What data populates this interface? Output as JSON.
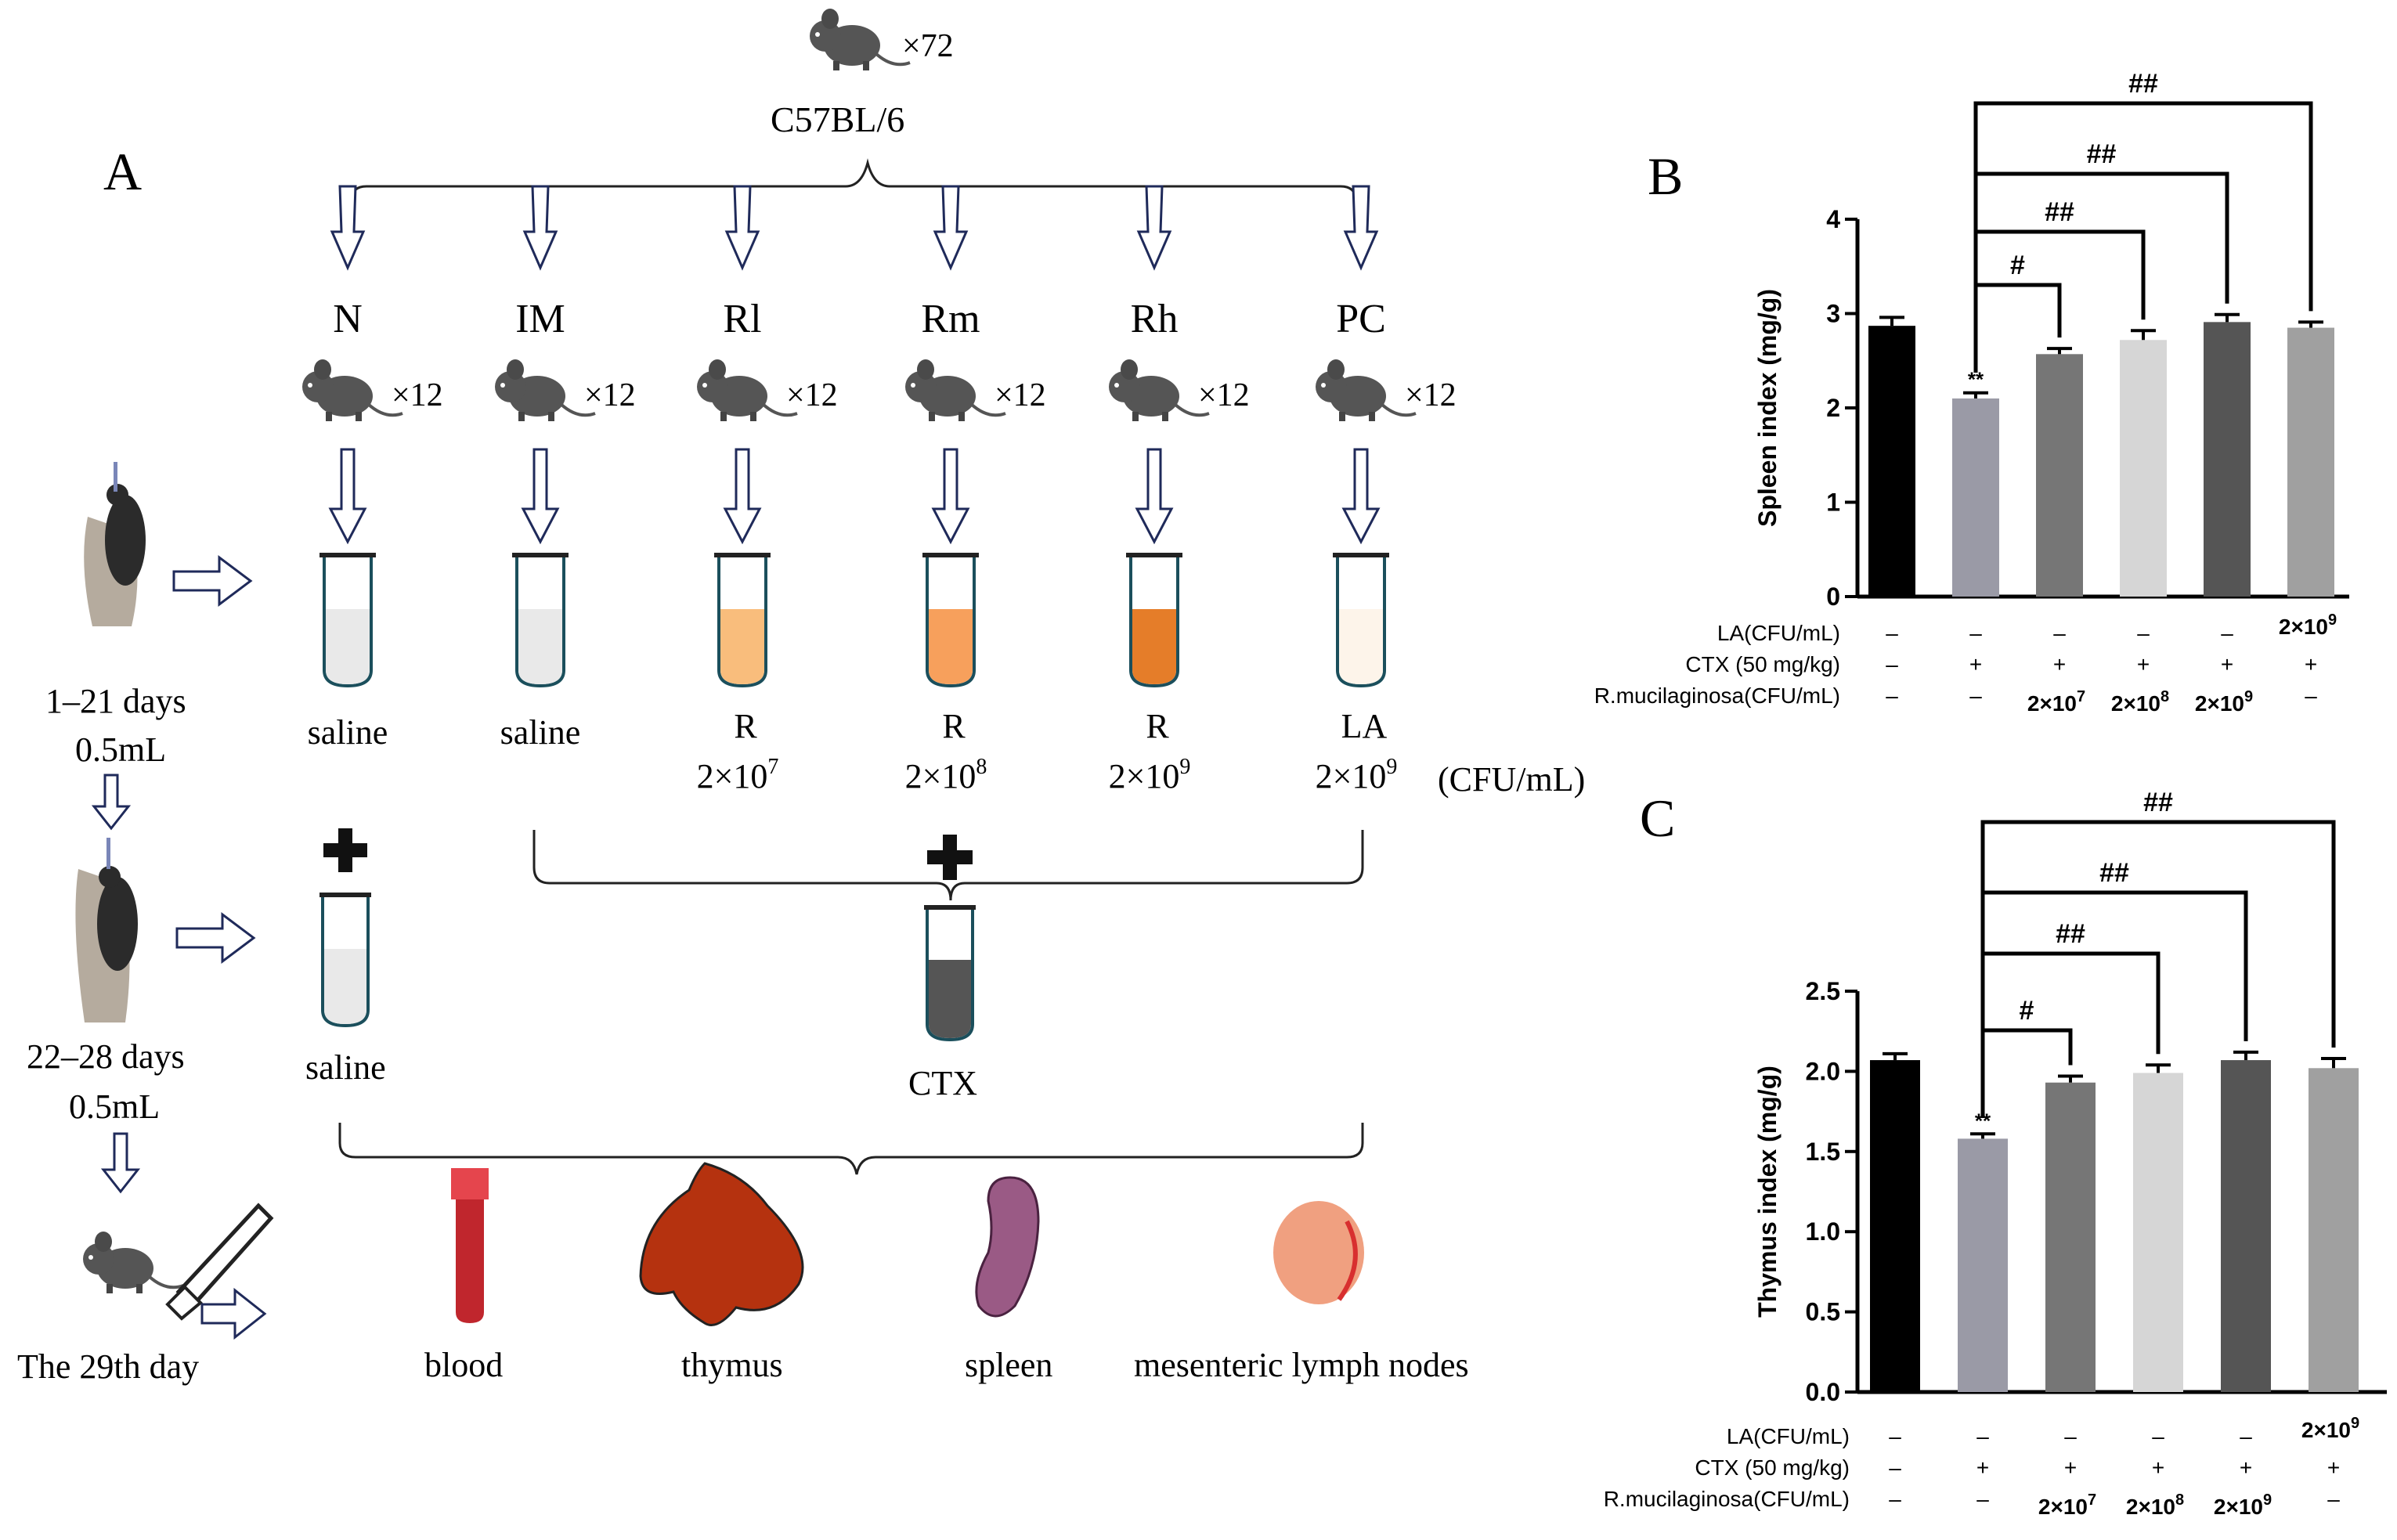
{
  "panel_labels": {
    "a": "A",
    "b": "B",
    "c": "C"
  },
  "scheme": {
    "mice_total": "×72",
    "strain": "C57BL/6",
    "groups": [
      {
        "name": "N",
        "count": "×12",
        "treat_main": "saline",
        "treat_exp": "",
        "tube_color": "#e9e9e9"
      },
      {
        "name": "IM",
        "count": "×12",
        "treat_main": "saline",
        "treat_exp": "",
        "tube_color": "#e9e9e9"
      },
      {
        "name": "Rl",
        "count": "×12",
        "treat_main": "R",
        "treat_exp": "7",
        "tube_color": "#f9bd7c"
      },
      {
        "name": "Rm",
        "count": "×12",
        "treat_main": "R",
        "treat_exp": "8",
        "tube_color": "#f7a05c"
      },
      {
        "name": "Rh",
        "count": "×12",
        "treat_main": "R",
        "treat_exp": "9",
        "tube_color": "#e57d29"
      },
      {
        "name": "PC",
        "count": "×12",
        "treat_main": "LA",
        "treat_exp": "9",
        "tube_color": "#fdf4ea"
      }
    ],
    "dose_base": "2×10",
    "cfu_unit": "(CFU/mL)",
    "phase1_days": "1–21 days",
    "phase1_vol": "0.5mL",
    "phase2_days": "22–28 days",
    "phase2_vol": "0.5mL",
    "phase3_day": "The 29th day",
    "saline_label": "saline",
    "ctx_label": "CTX",
    "samples": [
      "blood",
      "thymus",
      "spleen",
      "mesenteric lymph nodes"
    ],
    "colors": {
      "arrow": "#1f2a5a",
      "mouse": "#555555",
      "blood": "#c0262d",
      "thymus": "#b5320f",
      "spleen": "#9a5a85",
      "lymph": "#f0a080"
    }
  },
  "chart_data": [
    {
      "type": "bar",
      "panel": "B",
      "ylabel": "Spleen index (mg/g)",
      "ylim": [
        0,
        4
      ],
      "yticks": [
        "0",
        "1",
        "2",
        "3",
        "4"
      ],
      "values": [
        2.87,
        2.1,
        2.57,
        2.72,
        2.91,
        2.85
      ],
      "errors": [
        0.09,
        0.06,
        0.06,
        0.1,
        0.08,
        0.06
      ],
      "bar_colors": [
        "#000000",
        "#9a9aa6",
        "#767676",
        "#d6d6d6",
        "#555555",
        "#a0a0a0"
      ],
      "annotations": [
        "",
        "**",
        "",
        "",
        "",
        ""
      ],
      "comparisons": [
        {
          "to": 2,
          "label": "#"
        },
        {
          "to": 3,
          "label": "##"
        },
        {
          "to": 4,
          "label": "##"
        },
        {
          "to": 5,
          "label": "##"
        }
      ],
      "table": [
        {
          "label": "LA(CFU/mL)",
          "cells": [
            "–",
            "–",
            "–",
            "–",
            "–",
            "2×10|9"
          ]
        },
        {
          "label": "CTX (50 mg/kg)",
          "cells": [
            "–",
            "+",
            "+",
            "+",
            "+",
            "+"
          ]
        },
        {
          "label": "R.mucilaginosa(CFU/mL)",
          "cells": [
            "–",
            "–",
            "2×10|7",
            "2×10|8",
            "2×10|9",
            "–"
          ]
        }
      ]
    },
    {
      "type": "bar",
      "panel": "C",
      "ylabel": "Thymus index (mg/g)",
      "ylim": [
        0,
        2.5
      ],
      "yticks": [
        "0.0",
        "0.5",
        "1.0",
        "1.5",
        "2.0",
        "2.5"
      ],
      "values": [
        2.07,
        1.58,
        1.93,
        1.99,
        2.07,
        2.02
      ],
      "errors": [
        0.04,
        0.03,
        0.04,
        0.05,
        0.05,
        0.06
      ],
      "bar_colors": [
        "#000000",
        "#9a9aa6",
        "#767676",
        "#d6d6d6",
        "#555555",
        "#a0a0a0"
      ],
      "annotations": [
        "",
        "**",
        "",
        "",
        "",
        ""
      ],
      "comparisons": [
        {
          "to": 2,
          "label": "#"
        },
        {
          "to": 3,
          "label": "##"
        },
        {
          "to": 4,
          "label": "##"
        },
        {
          "to": 5,
          "label": "##"
        }
      ],
      "table": [
        {
          "label": "LA(CFU/mL)",
          "cells": [
            "–",
            "–",
            "–",
            "–",
            "–",
            "2×10|9"
          ]
        },
        {
          "label": "CTX (50 mg/kg)",
          "cells": [
            "–",
            "+",
            "+",
            "+",
            "+",
            "+"
          ]
        },
        {
          "label": "R.mucilaginosa(CFU/mL)",
          "cells": [
            "–",
            "–",
            "2×10|7",
            "2×10|8",
            "2×10|9",
            "–"
          ]
        }
      ]
    }
  ]
}
